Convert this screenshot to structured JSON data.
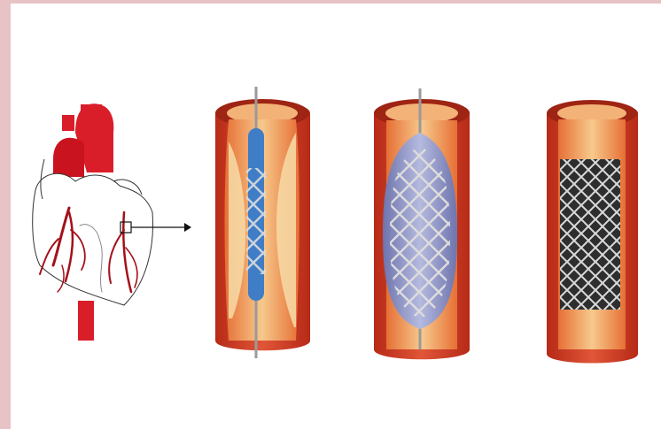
{
  "figure": {
    "panels": [
      {
        "id": "heart",
        "icon": "heart-with-coronary-arteries-icon"
      },
      {
        "id": "artery-stent-inserted",
        "icon": "artery-collapsed-stent-icon"
      },
      {
        "id": "artery-balloon-inflated",
        "icon": "artery-balloon-expanded-stent-icon"
      },
      {
        "id": "artery-stent-deployed",
        "icon": "artery-deployed-stent-icon"
      }
    ],
    "colors": {
      "frame_border": "#e7c3c6",
      "artery_wall": "#c8391f",
      "artery_inner": "#f0a34a",
      "plaque": "#f6d7a3",
      "balloon": "#8d93c7",
      "stent_wire": "#d9d9d9",
      "catheter_blue": "#3f7dc7",
      "heart_red": "#d91e2a"
    }
  }
}
